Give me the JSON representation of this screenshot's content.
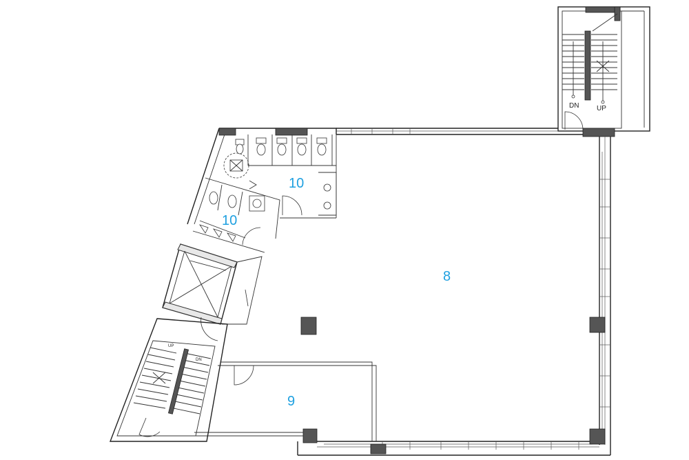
{
  "rooms": [
    {
      "id": "main",
      "label": "8"
    },
    {
      "id": "office",
      "label": "9"
    },
    {
      "id": "restroom_upper",
      "label": "10"
    },
    {
      "id": "restroom_lower",
      "label": "10"
    }
  ],
  "stairs": {
    "north": {
      "down": "DN",
      "up": "UP"
    },
    "west": {
      "up": "UP",
      "down": "DN"
    }
  },
  "colors": {
    "label": "#1fa0e0",
    "wall": "#222222",
    "column": "#555555"
  }
}
